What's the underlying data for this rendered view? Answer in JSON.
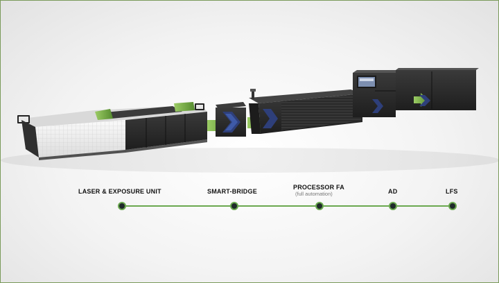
{
  "stages": [
    {
      "id": "laser-exposure-unit",
      "label": "LASER & EXPOSURE UNIT",
      "sublabel": ""
    },
    {
      "id": "smart-bridge",
      "label": "SMART-BRIDGE",
      "sublabel": ""
    },
    {
      "id": "processor-fa",
      "label": "PROCESSOR FA",
      "sublabel": "(full automation)"
    },
    {
      "id": "ad",
      "label": "AD",
      "sublabel": ""
    },
    {
      "id": "lfs",
      "label": "LFS",
      "sublabel": ""
    }
  ],
  "colors": {
    "accent_green": "#6aa84f",
    "arrow_blue": "#2e3f7a",
    "machine_dark": "#2b2b2b",
    "panel_white": "#f2f2f2"
  }
}
